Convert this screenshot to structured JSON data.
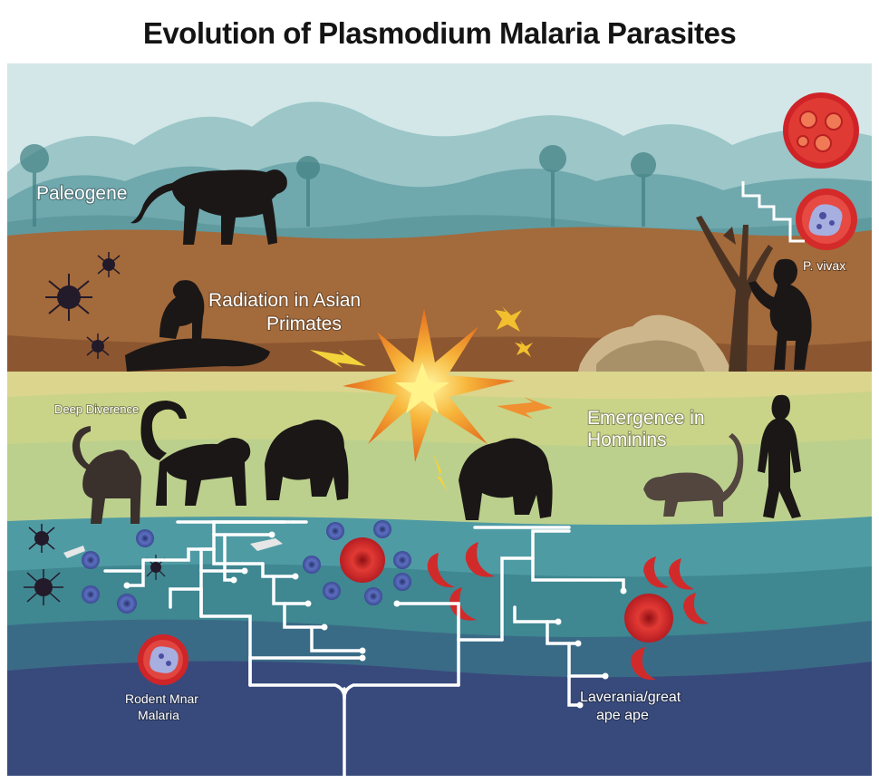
{
  "title": "Evolution of Plasmodium Malaria Parasites",
  "labels": {
    "paleogene": "Paleogene",
    "radiation_line1": "Radiation in Asian",
    "radiation_line2": "Primates",
    "p_vivax": "P. vivax",
    "deep_divergence": "Deep Diverence",
    "emergence_line1": "Emergence in",
    "emergence_line2": "Hominins",
    "rodent_line1": "Rodent Mnar",
    "rodent_line2": "Malaria",
    "laverania_line1": "Laverania/great",
    "laverania_line2": "ape ape"
  },
  "colors": {
    "sky": "#cde3e4",
    "mountains": "#6fa9ad",
    "soil": "#a0683a",
    "grass_band": "#d8d48e",
    "teal_band": "#4f9aa3",
    "deep_band": "#3b4e80",
    "tree_lines": "#ffffff",
    "red_cell": "#d62a2a",
    "blue_cell": "#5d6fb8",
    "silhouette": "#1a1716"
  },
  "icons": [
    "monkey-silhouette",
    "ape-silhouette",
    "hominin-silhouette",
    "tree-icon",
    "explosion-icon",
    "mosquito-icon",
    "red-blood-cell-icon",
    "crescent-gametocyte-icon"
  ]
}
